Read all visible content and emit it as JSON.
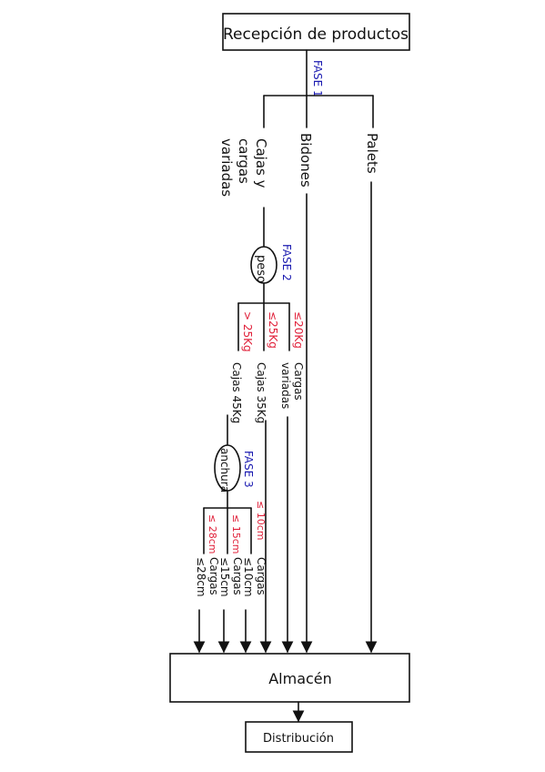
{
  "nodes": {
    "reception": "Recepción de productos",
    "storage": "Almacén",
    "distribution": "Distribución"
  },
  "phases": {
    "phase1": "FASE 1",
    "phase2": "FASE 2",
    "phase3": "FASE 3"
  },
  "phase1_branches": {
    "branch_boxes_line1": "Cajas y",
    "branch_boxes_line2": "cargas",
    "branch_boxes_line3": "variadas",
    "branch_drums": "Bidones",
    "branch_pallets": "Palets"
  },
  "phase2": {
    "decision": "peso",
    "cond_le20": "≤20Kg",
    "cond_le25": "≤25Kg",
    "cond_gt25": "> 25Kg",
    "out_varied_line1": "Cargas",
    "out_varied_line2": "variadas",
    "out_boxes35": "Cajas 35Kg",
    "out_boxes45": "Cajas 45Kg"
  },
  "phase3": {
    "decision": "anchura",
    "cond_le10": "≤ 10cm",
    "cond_le15": "≤ 15cm",
    "cond_le28": "≤ 28cm",
    "out_a_line1": "Cargas",
    "out_a_line2": "≤10cm",
    "out_b_line1": "Cargas",
    "out_b_line2": "≤15cm",
    "out_c_line1": "Cargas",
    "out_c_line2": "≤28cm"
  }
}
